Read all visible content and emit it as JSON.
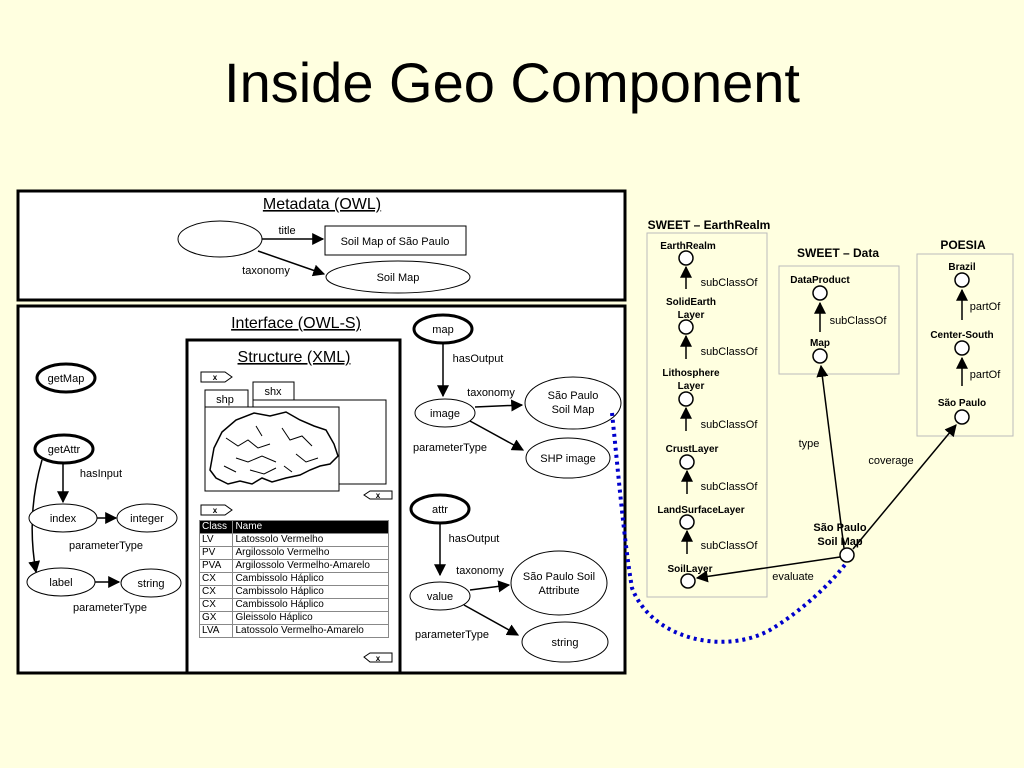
{
  "slide": {
    "title": "Inside Geo Component"
  },
  "metadata": {
    "heading": "Metadata (OWL)",
    "title_rel": "title",
    "title_value": "Soil Map of São Paulo",
    "taxonomy_rel": "taxonomy",
    "taxonomy_value": "Soil Map"
  },
  "interface": {
    "heading": "Interface (OWL-S)",
    "get_map": "getMap",
    "get_attr": "getAttr",
    "has_input": "hasInput",
    "index": "index",
    "integer": "integer",
    "parameter_type_1": "parameterType",
    "label": "label",
    "string": "string",
    "parameter_type_2": "parameterType"
  },
  "structure": {
    "heading": "Structure (XML)",
    "shp": "shp",
    "shx": "shx",
    "close": "x",
    "table_headers": [
      "Class",
      "Name"
    ],
    "table_rows": [
      [
        "LV",
        "Latossolo Vermelho"
      ],
      [
        "PV",
        "Argilossolo Vermelho"
      ],
      [
        "PVA",
        "Argilossolo Vermelho-Amarelo"
      ],
      [
        "CX",
        "Cambissolo Háplico"
      ],
      [
        "CX",
        "Cambissolo Háplico"
      ],
      [
        "CX",
        "Cambissolo Háplico"
      ],
      [
        "GX",
        "Gleissolo Háplico"
      ],
      [
        "LVA",
        "Latossolo Vermelho-Amarelo"
      ]
    ]
  },
  "outputs": {
    "map": "map",
    "has_output_1": "hasOutput",
    "image": "image",
    "taxonomy_1": "taxonomy",
    "sp_soil_map": "São Paulo Soil Map",
    "parameter_type_1": "parameterType",
    "shp_image": "SHP image",
    "attr": "attr",
    "has_output_2": "hasOutput",
    "value": "value",
    "taxonomy_2": "taxonomy",
    "sp_soil_attribute": "São Paulo Soil Attribute",
    "parameter_type_2": "parameterType",
    "string": "string"
  },
  "sweet_earthrealm": {
    "heading": "SWEET – EarthRealm",
    "earth_realm": "EarthRealm",
    "solid_earth_layer": "SolidEarth Layer",
    "lithosphere_layer": "Lithosphere Layer",
    "crust_layer": "CrustLayer",
    "land_surface_layer": "LandSurfaceLayer",
    "soil_layer": "SoilLayer",
    "sub_class_of": "subClassOf"
  },
  "sweet_data": {
    "heading": "SWEET – Data",
    "data_product": "DataProduct",
    "map": "Map",
    "sub_class_of": "subClassOf"
  },
  "poesia": {
    "heading": "POESIA",
    "brazil": "Brazil",
    "center_south": "Center-South",
    "sao_paulo": "São Paulo",
    "part_of": "partOf"
  },
  "instance": {
    "sp_soil_map": "São Paulo Soil Map",
    "type": "type",
    "coverage": "coverage",
    "evaluate": "evaluate"
  },
  "colors": {
    "background": "#FFFFE0",
    "stroke": "#000000",
    "evaluate_link": "#0000CC"
  }
}
